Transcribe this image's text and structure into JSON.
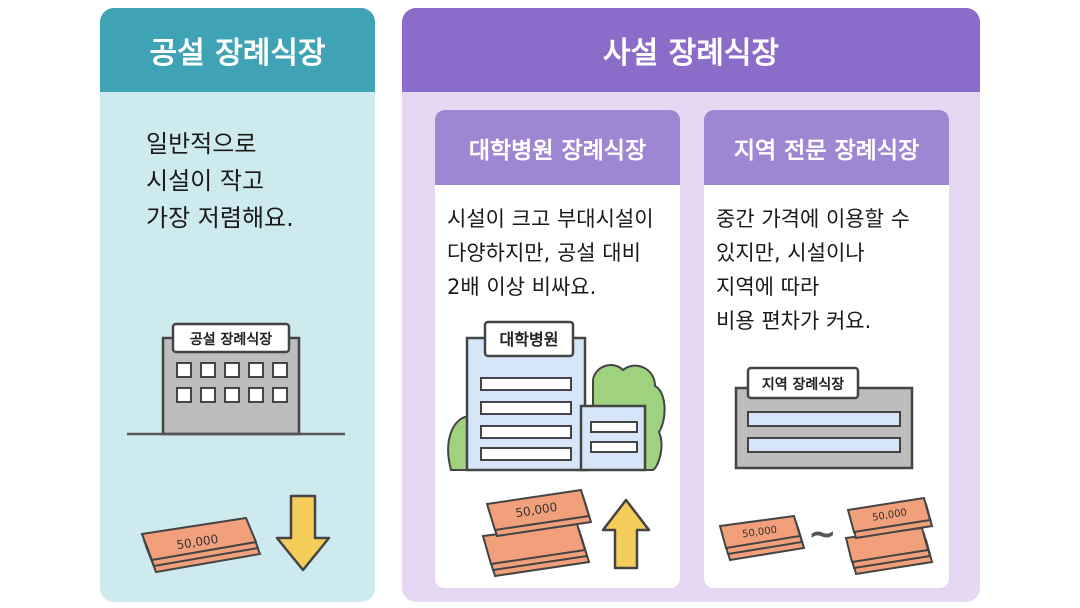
{
  "public": {
    "title": "공설 장례식장",
    "description": "일반적으로\n시설이 작고\n가장 저렴해요.",
    "building_sign": "공설 장례식장",
    "bill_label": "50,000",
    "price_trend": "down"
  },
  "private": {
    "title": "사설 장례식장",
    "hospital": {
      "title": "대학병원 장례식장",
      "description": "시설이 크고 부대시설이\n다양하지만, 공설 대비\n2배 이상 비싸요.",
      "building_sign": "대학병원",
      "bill_label": "50,000",
      "price_trend": "up"
    },
    "specialized": {
      "title": "지역 전문 장례식장",
      "description": "중간 가격에 이용할 수\n있지만, 시설이나\n지역에 따라\n비용 편차가 커요.",
      "building_sign": "지역 장례식장",
      "bill_label_left": "50,000",
      "bill_label_right": "50,000",
      "range_symbol": "~"
    }
  },
  "colors": {
    "public_header": "#3fa3b5",
    "public_bg": "#cdeaef",
    "private_header": "#8b6cc9",
    "private_bg": "#e6d8f2",
    "card_header": "#9f86d2",
    "money": "#f2a07b",
    "arrow": "#f5cd5a"
  }
}
